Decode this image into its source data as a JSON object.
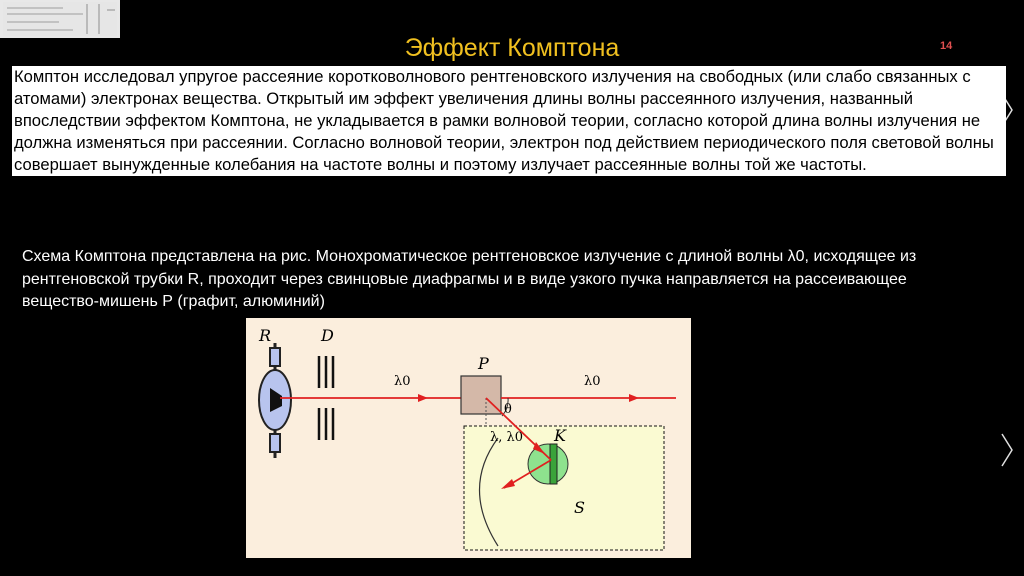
{
  "slide": {
    "title": "Эффект Комптона",
    "number": "14",
    "paragraph_1": "Комптон исследовал упругое рассеяние коротковолнового рентгеновского излучения на свободных (или слабо связанных с атомами) электронах вещества. Открытый им эффект увеличения длины волны рассеянного излучения, названный впоследствии эффектом Комптона, не укладывается в рамки волновой теории, согласно которой длина волны излучения не должна изменяться при рассеянии. Согласно волновой теории, электрон под действием периодического поля световой волны совершает вынужденные колебания на частоте волны и поэтому излучает рассеянные волны той же частоты.",
    "paragraph_2": "Схема Комптона представлена на рис. Монохроматическое рентгеновское излучение с длиной волны λ0, исходящее из рентгеновской трубки R, проходит через свинцовые диафрагмы и в виде узкого пучка направляется на рассеивающее вещество-мишень Р (графит, алюминий)"
  },
  "figure": {
    "label_R": "R",
    "label_D": "D",
    "label_P": "P",
    "label_K": "K",
    "label_S": "S",
    "lambda_incident": "λ0",
    "lambda_transmitted": "λ0",
    "lambda_scattered": "λ, λ0",
    "angle": "θ"
  },
  "colors": {
    "title": "#f0c020",
    "beam": "#e02020",
    "figure_bg": "#fbeedd",
    "detector_box": "#fafad2",
    "detector_circle": "#8ee28e"
  }
}
